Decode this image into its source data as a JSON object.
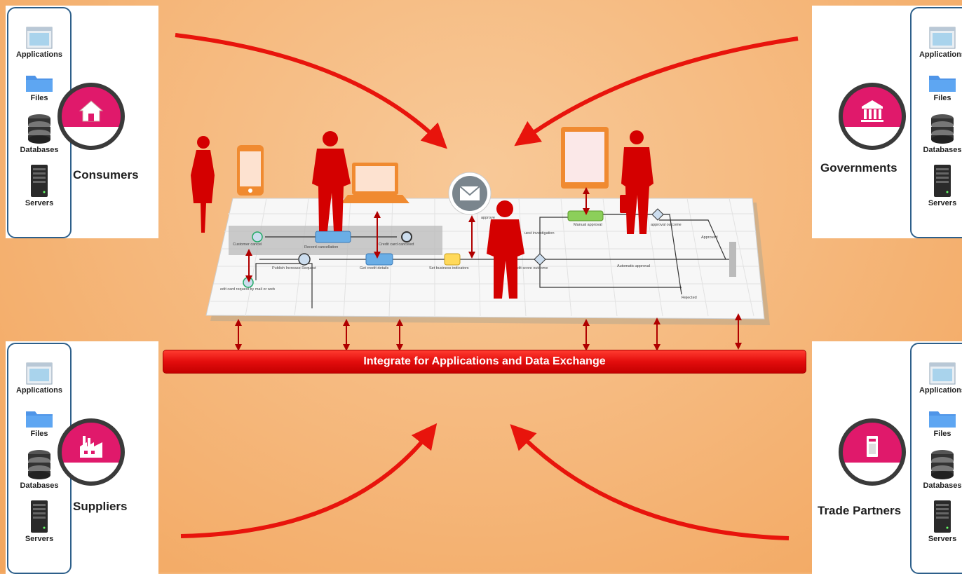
{
  "resource_labels": {
    "applications": "Applications",
    "files": "Files",
    "databases": "Databases",
    "servers": "Servers"
  },
  "partners": {
    "consumers": "Consumers",
    "governments": "Governments",
    "suppliers": "Suppliers",
    "trade_partners": "Trade Partners"
  },
  "integration_bar": "Integrate for Applications and Data Exchange",
  "process_labels": {
    "customer_cancel": "Customer cancel",
    "record_cancellation": "Record cancellation",
    "credit_card_canceled": "Credit card canceled",
    "card_request": "edit card request by mail or web",
    "publish_request": "Publish Increase Request",
    "get_credit_details": "Get credit details",
    "set_business_indicators": "Set business indicators",
    "credit_score_outcome": "dit score outcome",
    "approve": "approve",
    "request_investigation": "uest investigation",
    "manual_approval": "Manual approval",
    "manual_approval_outcome": "approval outcome",
    "automatic_approval": "Automatic approval",
    "approved": "Approved",
    "rejected": "Rejected"
  },
  "colors": {
    "accent_red": "#e30d0d",
    "badge_pink": "#e0196b",
    "panel_border": "#2d5f8a",
    "device_orange": "#f08a30"
  }
}
